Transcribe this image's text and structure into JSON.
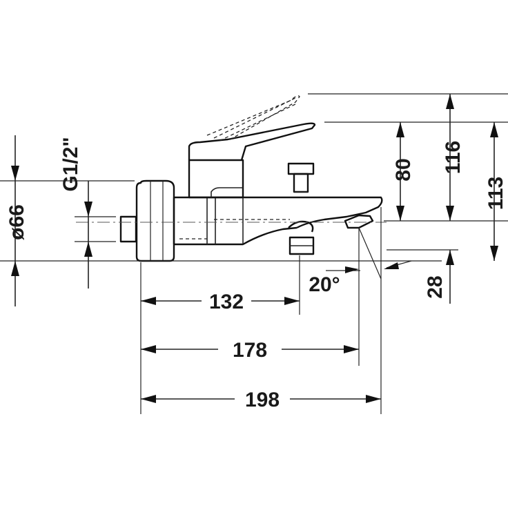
{
  "drawing": {
    "dimensions": {
      "diameter": "ø66",
      "thread": "G1/2\"",
      "height_lever": "80",
      "height_lever_up": "116",
      "height_total": "113",
      "spout_height": "28",
      "spout_angle": "20°",
      "length_132": "132",
      "length_178": "178",
      "length_198": "198"
    }
  }
}
